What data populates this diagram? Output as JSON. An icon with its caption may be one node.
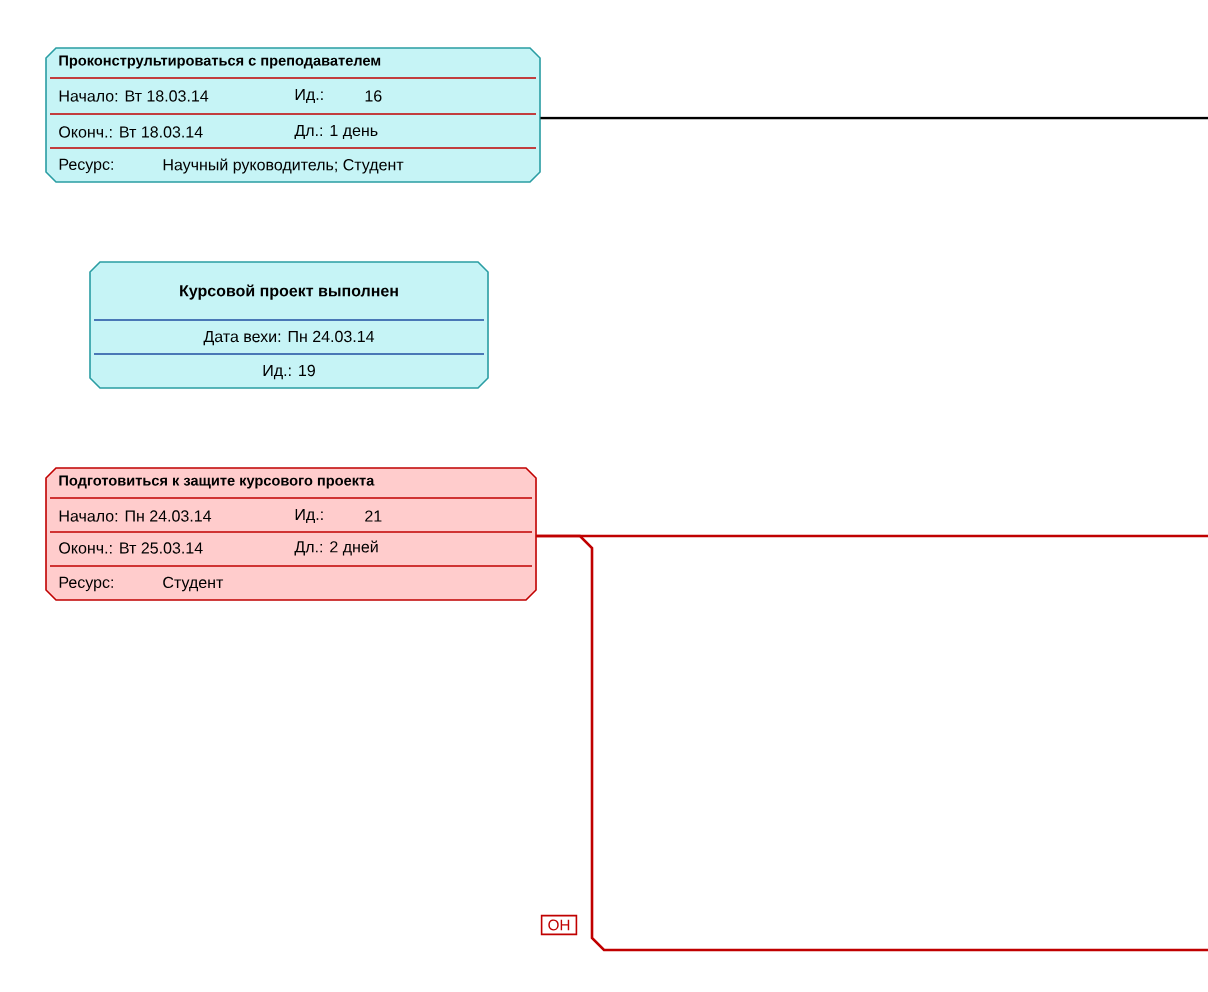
{
  "diagram": {
    "nodes": [
      {
        "text": [
          "Проконстрультироваться с преподавателем",
          "Начало:  Вт 18.03.14",
          "Ид.:",
          "16",
          "Оконч.: Вт 18.03.14",
          "Дл.: 1 день",
          "Ресурс:",
          "Научный руководитель; Студент"
        ]
      },
      {
        "text": [
          "Курсовой проект выполнен",
          "Дата вехи: Пн 24.03.14",
          "Ид.: 19"
        ]
      },
      {
        "text": [
          "Подготовиться к защите курсового проекта",
          "Начало:  Пн 24.03.14",
          "Ид.:",
          "21",
          "Оконч.: Вт 25.03.14",
          "Дл.: 2 дней",
          "Ресурс:",
          "Студент"
        ]
      }
    ],
    "edges": [
      {
        "from": 0,
        "to": null,
        "arrow": "none",
        "color": "#000000"
      },
      {
        "from": 2,
        "to": null,
        "arrow": "none"
      },
      {
        "from": 2,
        "to": null,
        "arrow": "none",
        "label": "ОН"
      }
    ]
  }
}
